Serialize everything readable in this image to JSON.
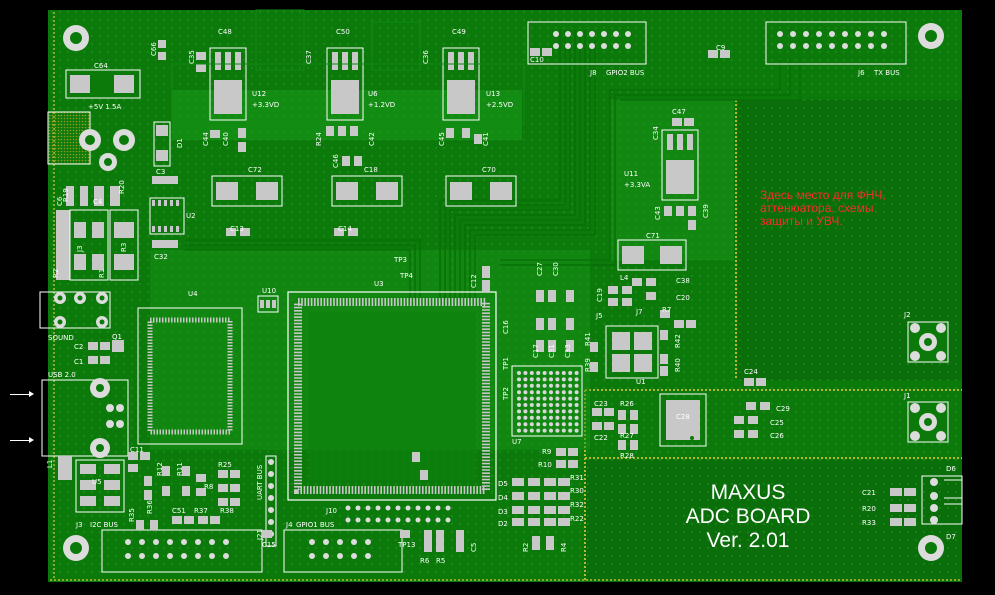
{
  "board": {
    "title_line1": "MAXUS",
    "title_line2": "ADC BOARD",
    "title_line3": "Ver. 2.01",
    "note_line1": "Здесь место для ФНЧ,",
    "note_line2": "аттенюатора, схемы",
    "note_line3": "защиты и УВЧ."
  },
  "colors": {
    "background": "#000000",
    "board": "#0b7a0b",
    "copper_fill": "#1a9a1a",
    "pad_silver": "#c8c8c8",
    "silkscreen": "#ffffff",
    "trace_yellow": "#c8c830",
    "note_red": "#ff2a2a"
  },
  "labels": {
    "c64": "C64",
    "pwr_in": "+5V 1.5A",
    "c66": "C66",
    "c35": "C35",
    "c48": "C48",
    "u12": "U12",
    "v33d": "+3.3VD",
    "c37": "C37",
    "c50": "C50",
    "u6": "U6",
    "v12d": "+1.2VD",
    "c36": "C36",
    "c49": "C49",
    "u13": "U13",
    "v25d": "+2.5VD",
    "c10": "C10",
    "j8": "J8",
    "gpio2": "GPIO2 BUS",
    "c9": "C9",
    "j6": "J6",
    "tx": "TX BUS",
    "d1": "D1",
    "c44": "C44",
    "c40": "C40",
    "r24": "R24",
    "c46": "C46",
    "c42": "C42",
    "c45": "C45",
    "c41": "C41",
    "c72": "C72",
    "c18": "C18",
    "c70": "C70",
    "c47": "C47",
    "c34": "C34",
    "u11": "U11",
    "v33a": "+3.3VA",
    "c43": "C43",
    "c39": "C39",
    "c71": "C71",
    "r19": "R19",
    "c6": "C6",
    "c4": "C4",
    "r20": "R20",
    "c3": "C3",
    "u2": "U2",
    "j3l": "J3",
    "r3": "R3",
    "c13": "C13",
    "c14": "C14",
    "c32": "C32",
    "r2": "R2",
    "r1": "R1",
    "tp3": "TP3",
    "tp4": "TP4",
    "c12": "C12",
    "c27": "C27",
    "c30": "C30",
    "l4": "L4",
    "c38": "C38",
    "c19": "C19",
    "c20": "C20",
    "u4": "U4",
    "u10": "U10",
    "u3": "U3",
    "j5": "J5",
    "j7": "J7",
    "r7": "R7",
    "c16": "C16",
    "c17": "C17",
    "c31": "C31",
    "c33": "C33",
    "r41": "R41",
    "r42": "R42",
    "r40": "R40",
    "u1": "U1",
    "tp1": "TP1",
    "tp2": "TP2",
    "r39": "R39",
    "u7": "U7",
    "sound": "SOUND",
    "q1": "Q1",
    "c2": "C2",
    "c1": "C1",
    "usb": "USB 2.0",
    "j2": "J2",
    "j1": "J1",
    "c24": "C24",
    "c23": "C23",
    "r26": "R26",
    "c22": "C22",
    "r27": "R27",
    "r28": "R28",
    "c28": "C28",
    "c29": "C29",
    "c25": "C25",
    "c26": "C26",
    "l1": "L1",
    "u5": "U5",
    "c11": "C11",
    "r12": "R12",
    "r11": "R11",
    "r25": "R25",
    "r8": "R8",
    "uart": "UART BUS",
    "r35": "R35",
    "r36": "R36",
    "c51": "C51",
    "r37": "R37",
    "r38": "R38",
    "j3": "J3",
    "i2c": "I2C BUS",
    "j21": "J21",
    "c15": "C15",
    "j4": "J4",
    "gpio1": "GPIO1 BUS",
    "j10": "J10",
    "tp13": "TP13",
    "r6": "R6",
    "r5": "R5",
    "c5": "C5",
    "r9": "R9",
    "r10": "R10",
    "d5": "D5",
    "d4": "D4",
    "d3": "D3",
    "d2": "D2",
    "r31": "R31",
    "r30": "R30",
    "r32": "R32",
    "r22": "R22",
    "r2b": "R2",
    "r4": "R4",
    "d6": "D6",
    "c21": "C21",
    "r20b": "R20",
    "r33": "R33",
    "d7": "D7"
  }
}
